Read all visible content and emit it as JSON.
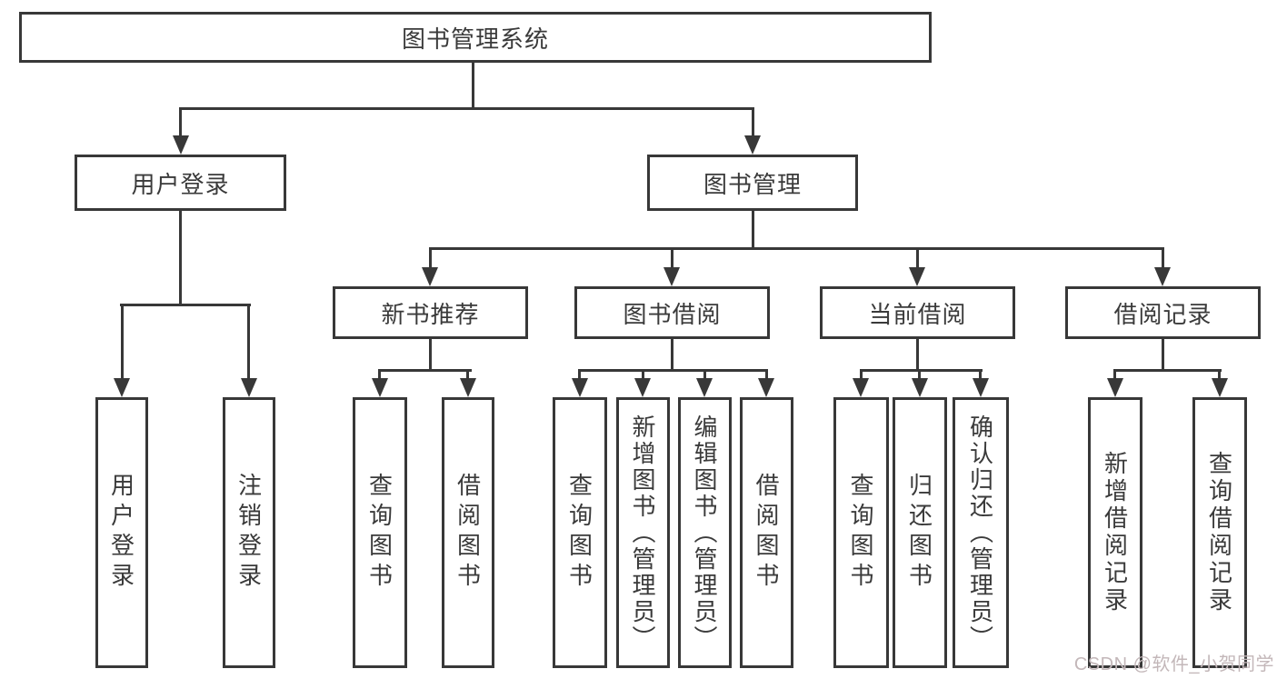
{
  "diagram": {
    "root": {
      "label": "图书管理系统"
    },
    "branches": [
      {
        "label": "用户登录",
        "children": [
          {
            "label": "用户登录"
          },
          {
            "label": "注销登录"
          }
        ]
      },
      {
        "label": "图书管理",
        "children": [
          {
            "label": "新书推荐",
            "children": [
              {
                "label": "查询图书"
              },
              {
                "label": "借阅图书"
              }
            ]
          },
          {
            "label": "图书借阅",
            "children": [
              {
                "label": "查询图书"
              },
              {
                "label": "新增图书（管理员）"
              },
              {
                "label": "编辑图书（管理员）"
              },
              {
                "label": "借阅图书"
              }
            ]
          },
          {
            "label": "当前借阅",
            "children": [
              {
                "label": "查询图书"
              },
              {
                "label": "归还图书"
              },
              {
                "label": "确认归还（管理员）"
              }
            ]
          },
          {
            "label": "借阅记录",
            "children": [
              {
                "label": "新增借阅记录"
              },
              {
                "label": "查询借阅记录"
              }
            ]
          }
        ]
      }
    ]
  },
  "watermark": {
    "text": "CSDN @软件_小贺同学"
  },
  "colors": {
    "line": "#383838",
    "box_border": "#383838",
    "text": "#3a3a3a",
    "watermark": "#c3b7b9",
    "background": "#ffffff"
  }
}
